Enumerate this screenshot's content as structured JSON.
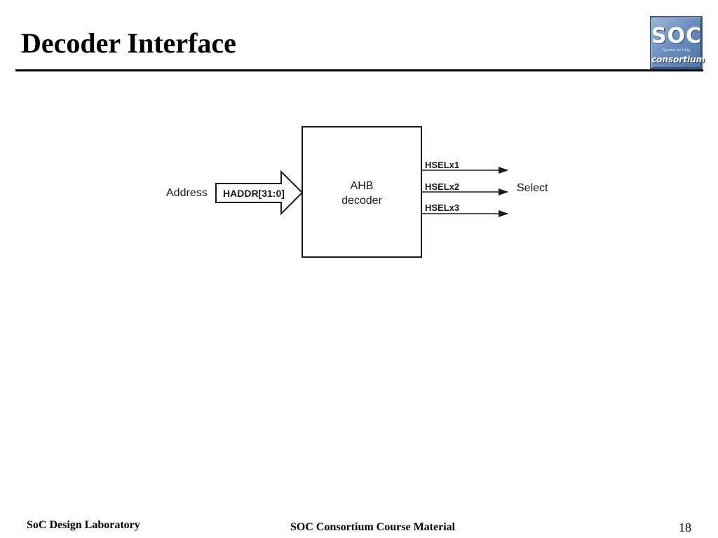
{
  "slide": {
    "title": "Decoder Interface",
    "page_number": "18"
  },
  "logo": {
    "word": "SOC",
    "tagline": "System on Chip",
    "subword": "consortium"
  },
  "diagram": {
    "input_label": "Address",
    "input_bus": "HADDR[31:0]",
    "block_line1": "AHB",
    "block_line2": "decoder",
    "outputs": [
      "HSELx1",
      "HSELx2",
      "HSELx3"
    ],
    "output_group_label": "Select"
  },
  "footer": {
    "left": "SoC Design Laboratory",
    "center": "SOC Consortium Course Material"
  }
}
